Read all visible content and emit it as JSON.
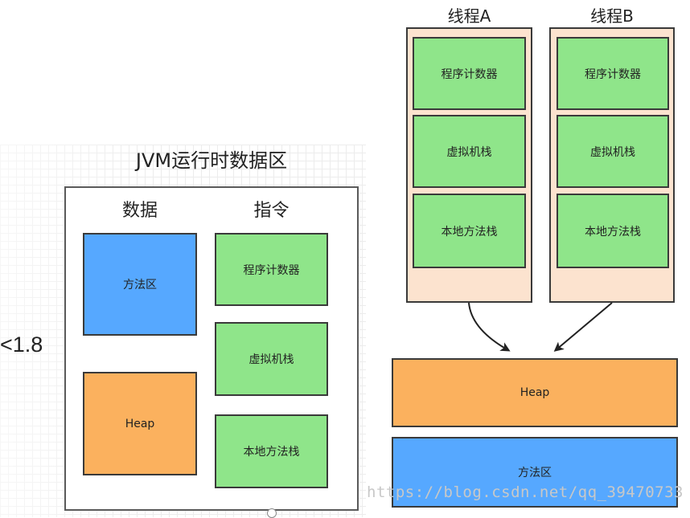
{
  "left_panel": {
    "version_label": "<1.8",
    "title": "JVM运行时数据区",
    "data_column": {
      "heading": "数据",
      "boxes": [
        "方法区",
        "Heap"
      ]
    },
    "instruction_column": {
      "heading": "指令",
      "boxes": [
        "程序计数器",
        "虚拟机栈",
        "本地方法栈"
      ]
    }
  },
  "right_panel": {
    "threads": [
      {
        "title": "线程A",
        "boxes": [
          "程序计数器",
          "虚拟机栈",
          "本地方法栈"
        ]
      },
      {
        "title": "线程B",
        "boxes": [
          "程序计数器",
          "虚拟机栈",
          "本地方法栈"
        ]
      }
    ],
    "shared": [
      "Heap",
      "方法区"
    ]
  },
  "watermark": "https://blog.csdn.net/qq_39470733",
  "colors": {
    "green": "#8fe58a",
    "blue": "#56a8ff",
    "orange": "#fbb15e",
    "thread_bg": "#fce3cf"
  }
}
